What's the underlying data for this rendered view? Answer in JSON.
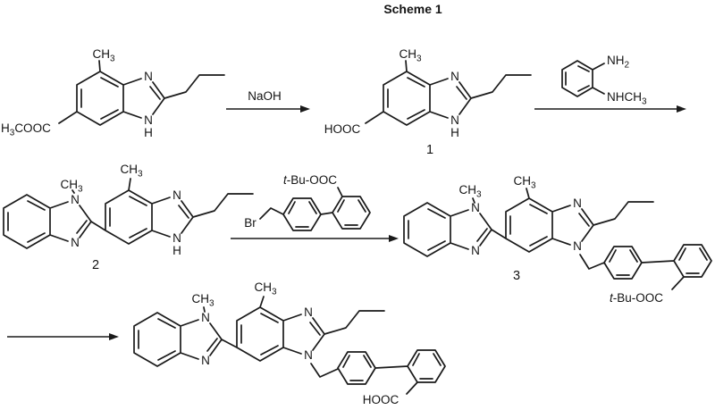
{
  "title": "Scheme 1",
  "colors": {
    "ink": "#1a1a1a",
    "background": "#ffffff"
  },
  "atoms": {
    "n": "N",
    "h": "H"
  },
  "groups": {
    "ch": "CH",
    "sub3": "3",
    "sub2": "2",
    "nh": "NH",
    "nhch": "NHCH",
    "hooc": "HOOC",
    "h3cooc_head": "H",
    "h3cooc_tail": "COOC",
    "tbu_t": "t",
    "tbu_rest": "-Bu-OOC",
    "br": "Br"
  },
  "reagents": {
    "step1": "NaOH"
  },
  "compound_numbers": {
    "one": "1",
    "two": "2",
    "three": "3"
  }
}
